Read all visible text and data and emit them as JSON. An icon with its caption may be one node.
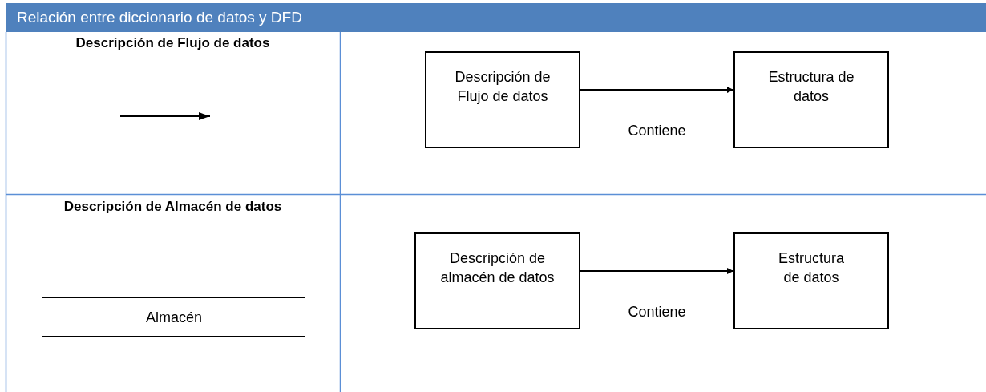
{
  "diagram": {
    "title": "Relación entre diccionario de datos y DFD",
    "nodes": [
      {
        "text": [
          "Descripción de Flujo de datos"
        ]
      },
      {
        "text": [
          "Estructura de datos"
        ]
      },
      {
        "text": [
          "Almacén"
        ]
      },
      {
        "text": [
          "Descripción de almacén de datos"
        ]
      },
      {
        "text": [
          "Estructura de datos"
        ]
      }
    ],
    "edges": [
      {
        "from": 0,
        "to": 1,
        "arrow": "to",
        "label": "Contiene"
      },
      {
        "from": 3,
        "to": 4,
        "arrow": "to",
        "label": "Contiene"
      }
    ],
    "labels": [
      "Descripción de Flujo de datos",
      "Descripción de Almacén de datos"
    ]
  }
}
